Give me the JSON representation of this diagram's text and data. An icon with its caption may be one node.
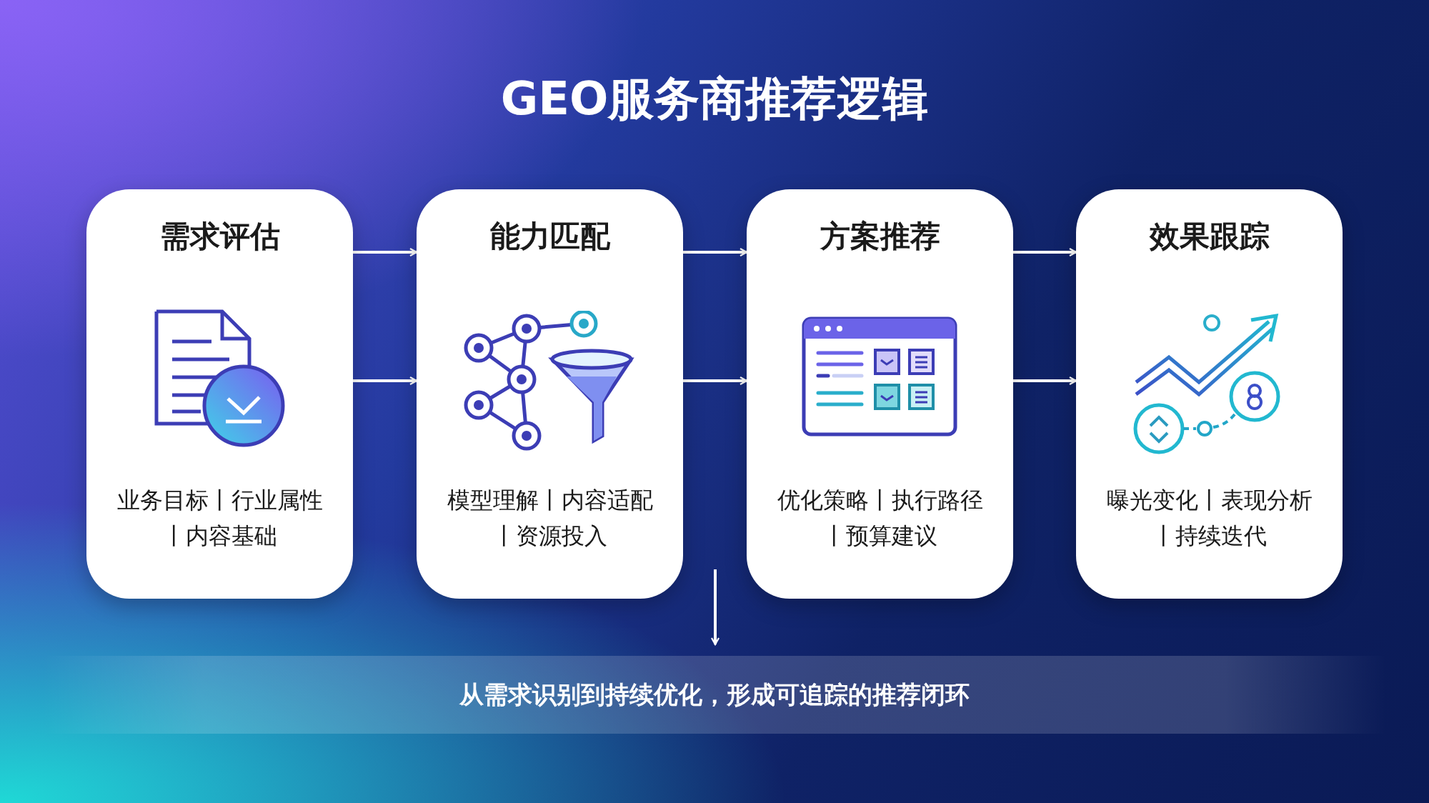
{
  "diagram": {
    "title": "GEO服务商推荐逻辑",
    "nodes": [
      {
        "text": [
          "需求评估",
          "业务目标丨行业属性丨内容基础"
        ]
      },
      {
        "text": [
          "能力匹配",
          "模型理解丨内容适配丨资源投入"
        ]
      },
      {
        "text": [
          "方案推荐",
          "优化策略丨执行路径丨预算建议"
        ]
      },
      {
        "text": [
          "效果跟踪",
          "曝光变化丨表现分析丨持续迭代"
        ]
      },
      {
        "text": [
          "从需求识别到持续优化，形成可追踪的推荐闭环"
        ]
      }
    ],
    "edges": [
      {
        "from": 0,
        "to": 1,
        "arrow": "to"
      },
      {
        "from": 0,
        "to": 1,
        "arrow": "to"
      },
      {
        "from": 1,
        "to": 2,
        "arrow": "to"
      },
      {
        "from": 1,
        "to": 2,
        "arrow": "to"
      },
      {
        "from": 2,
        "to": 3,
        "arrow": "to"
      },
      {
        "from": 2,
        "to": 3,
        "arrow": "to"
      },
      {
        "from": null,
        "to": 4,
        "arrow": "to"
      }
    ]
  }
}
